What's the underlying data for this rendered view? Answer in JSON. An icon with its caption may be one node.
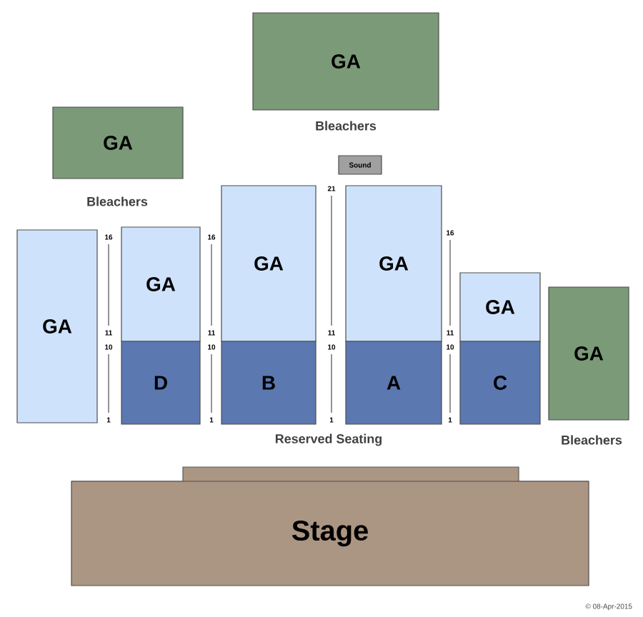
{
  "diagram": {
    "nodes": [
      {
        "text": [
          "GA"
        ],
        "beside": [
          "Bleachers"
        ]
      },
      {
        "text": [
          "GA"
        ],
        "beside": [
          "Bleachers"
        ]
      },
      {
        "text": [
          "Sound"
        ]
      },
      {
        "text": [
          "GA"
        ]
      },
      {
        "text": [
          "GA"
        ]
      },
      {
        "text": [
          "D"
        ]
      },
      {
        "text": [
          "GA"
        ]
      },
      {
        "text": [
          "B"
        ]
      },
      {
        "text": [
          "GA"
        ]
      },
      {
        "text": [
          "A"
        ]
      },
      {
        "text": [
          "GA"
        ]
      },
      {
        "text": [
          "C"
        ]
      },
      {
        "text": [
          "GA"
        ],
        "beside": [
          "Bleachers"
        ]
      },
      {
        "text": [
          "Stage"
        ]
      }
    ],
    "labels": [
      "16",
      "11",
      "10",
      "1",
      "16",
      "11",
      "10",
      "1",
      "21",
      "11",
      "10",
      "1",
      "16",
      "11",
      "10",
      "1",
      "Reserved Seating",
      "© 08-Apr-2015"
    ]
  }
}
